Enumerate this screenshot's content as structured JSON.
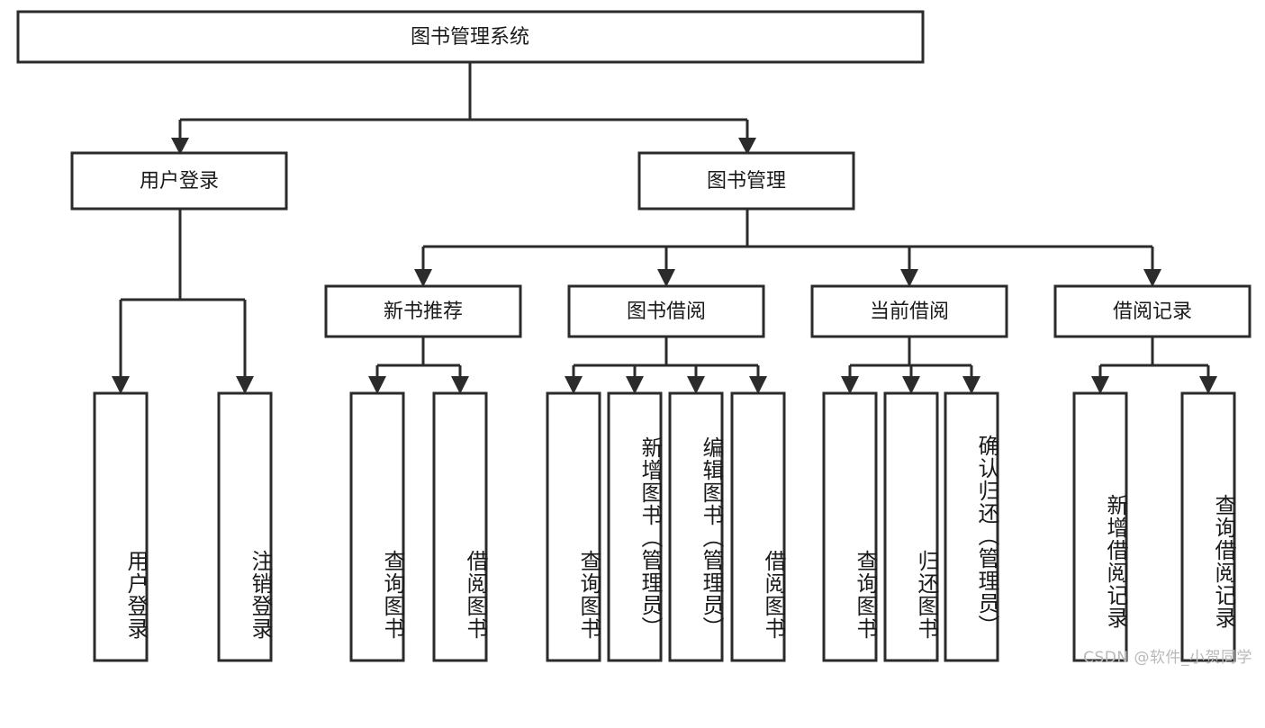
{
  "diagram": {
    "title": "图书管理系统",
    "watermark": "CSDN @软件_小贺同学",
    "colors": {
      "box_stroke": "#2b2b2b",
      "box_fill": "#ffffff",
      "text": "#1a1a1a",
      "background": "#ffffff",
      "watermark": "#b9b9b9"
    },
    "root": {
      "label": "图书管理系统"
    },
    "level1": [
      {
        "label": "用户登录"
      },
      {
        "label": "图书管理"
      }
    ],
    "level2": [
      {
        "label": "新书推荐"
      },
      {
        "label": "图书借阅"
      },
      {
        "label": "当前借阅"
      },
      {
        "label": "借阅记录"
      }
    ],
    "leaves": {
      "user_login": [
        {
          "label": "用户登录"
        },
        {
          "label": "注销登录"
        }
      ],
      "new_book_recommend": [
        {
          "label": "查询图书"
        },
        {
          "label": "借阅图书"
        }
      ],
      "book_borrow": [
        {
          "label": "查询图书"
        },
        {
          "label": "新增图书（管理员）"
        },
        {
          "label": "编辑图书（管理员）"
        },
        {
          "label": "借阅图书"
        }
      ],
      "current_borrow": [
        {
          "label": "查询图书"
        },
        {
          "label": "归还图书"
        },
        {
          "label": "确认归还（管理员）"
        }
      ],
      "borrow_record": [
        {
          "label": "新增借阅记录"
        },
        {
          "label": "查询借阅记录"
        }
      ]
    }
  }
}
